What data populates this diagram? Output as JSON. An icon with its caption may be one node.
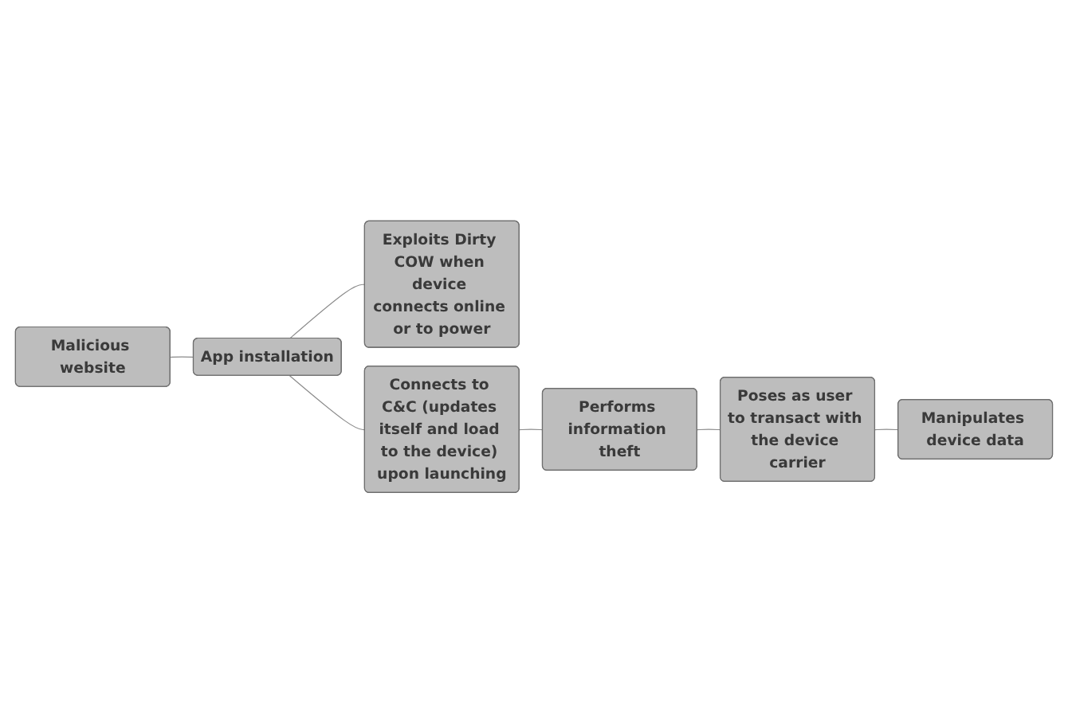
{
  "diagram": {
    "nodes": [
      {
        "text": [
          "Malicious website"
        ]
      },
      {
        "text": [
          "App installation"
        ]
      },
      {
        "text": [
          "Exploits Dirty COW when device connects online or to power"
        ]
      },
      {
        "text": [
          "Connects to C&C (updates itself and load to the device) upon launching"
        ]
      },
      {
        "text": [
          "Performs information theft"
        ]
      },
      {
        "text": [
          "Poses as user to transact with the device carrier"
        ]
      },
      {
        "text": [
          "Manipulates device data"
        ]
      }
    ],
    "edges": [
      {
        "from": 0,
        "to": 1,
        "arrow": "none"
      },
      {
        "from": 1,
        "to": 2,
        "arrow": "none"
      },
      {
        "from": 1,
        "to": 3,
        "arrow": "none"
      },
      {
        "from": 3,
        "to": 4,
        "arrow": "none"
      },
      {
        "from": 4,
        "to": 5,
        "arrow": "none"
      },
      {
        "from": 5,
        "to": 6,
        "arrow": "none"
      }
    ]
  }
}
